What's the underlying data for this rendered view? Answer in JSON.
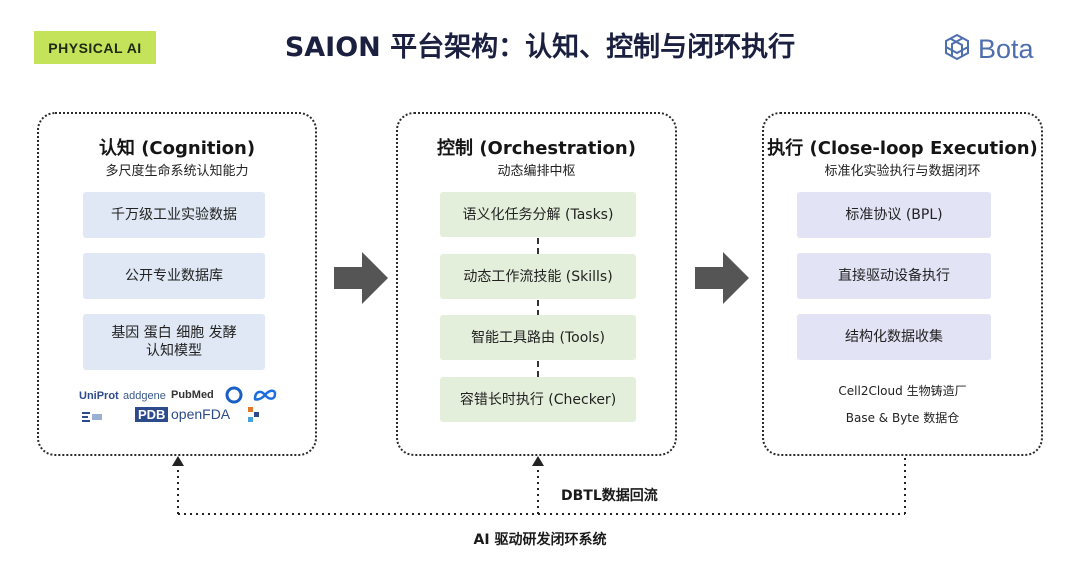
{
  "header": {
    "badge": "PHYSICAL AI",
    "title": "SAION 平台架构：认知、控制与闭环执行",
    "logo_text": "Bota",
    "logo_color": "#4e6fae"
  },
  "panels": {
    "cognition": {
      "title": "认知 (Cognition)",
      "subtitle": "多尺度生命系统认知能力",
      "items": [
        "千万级工业实验数据",
        "公开专业数据库",
        "基因 蛋白 细胞 发酵\n认知模型"
      ],
      "sources": [
        "UniProt",
        "addgene",
        "PubMed",
        "openFDA",
        "PDB"
      ]
    },
    "orchestration": {
      "title": "控制 (Orchestration)",
      "subtitle": "动态编排中枢",
      "items": [
        "语义化任务分解 (Tasks)",
        "动态工作流技能 (Skills)",
        "智能工具路由 (Tools)",
        "容错长时执行 (Checker)"
      ]
    },
    "execution": {
      "title": "执行 (Close-loop Execution)",
      "subtitle": "标准化实验执行与数据闭环",
      "items": [
        "标准协议 (BPL)",
        "直接驱动设备执行",
        "结构化数据收集"
      ],
      "footnotes": [
        "Cell2Cloud 生物铸造厂",
        "Base & Byte 数据仓"
      ]
    }
  },
  "flows": {
    "dbtl_label": "DBTL数据回流",
    "loop_label": "AI 驱动研发闭环系统"
  },
  "colors": {
    "badge": "#c4e25a",
    "cognition_box": "#dfe8f4",
    "orchestration_box": "#e3efdb",
    "execution_box": "#e2e3f5",
    "arrow": "#555555"
  }
}
